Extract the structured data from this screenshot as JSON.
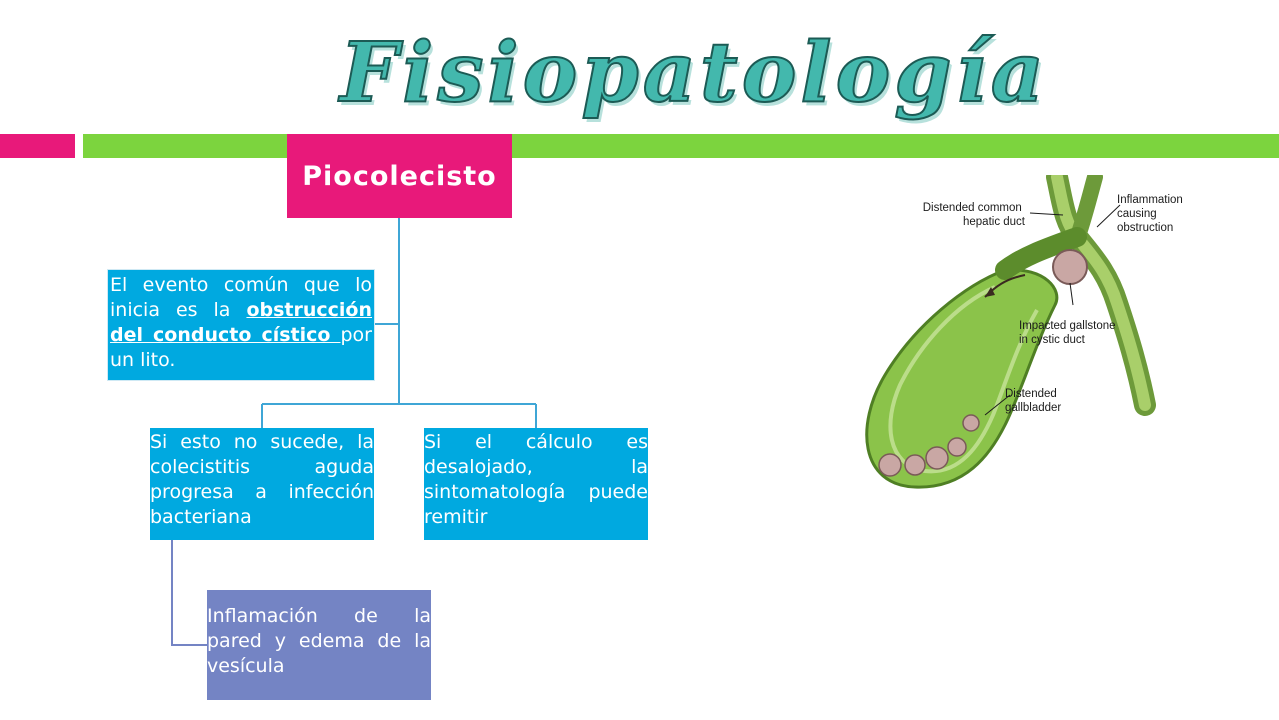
{
  "title": "Fisiopatología",
  "diagram": {
    "root": "Piocolecisto",
    "cause": {
      "text_before": "El evento común que lo inicia es la ",
      "emphasis": "obstrucción del conducto cístico ",
      "text_after": "por un lito."
    },
    "infection": "Si esto no sucede, la colecistitis aguda progresa a infección bacteriana",
    "remission": "Si el cálculo es desalojado, la sintomatología puede remitir",
    "inflammation": "Inflamación de la pared y edema de la vesícula"
  },
  "illustration": {
    "labels": {
      "hepatic_duct": [
        "Distended common",
        "hepatic duct"
      ],
      "inflammation": [
        "Inflammation",
        "causing",
        "obstruction"
      ],
      "gallstone": [
        "Impacted gallstone",
        "in cystic duct"
      ],
      "gallbladder": [
        "Distended",
        "gallbladder"
      ]
    }
  },
  "colors": {
    "title": "#43b8ad",
    "pink": "#e8197a",
    "green": "#7cd43e",
    "blue_box": "#00a9e0",
    "lavender_box": "#7484c4"
  }
}
